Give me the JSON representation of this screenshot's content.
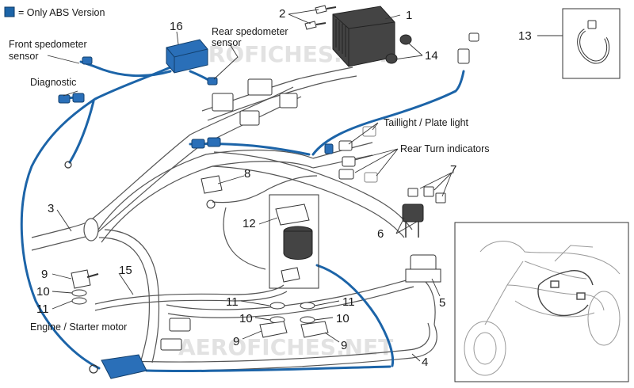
{
  "legend": {
    "text": "= Only ABS Version",
    "swatch_color": "#1c64a8"
  },
  "watermarks": [
    "AEROFICHES.NET",
    "AEROFICHES.NET"
  ],
  "labels": {
    "front_sensor": [
      "Front spedometer",
      "sensor"
    ],
    "rear_sensor": [
      "Rear spedometer",
      "sensor"
    ],
    "diagnostic": "Diagnostic",
    "taillight": "Taillight / Plate light",
    "rear_turn": "Rear Turn indicators",
    "engine_starter": "Engine / Starter motor"
  },
  "callouts": {
    "n1": "1",
    "n2": "2",
    "n3": "3",
    "n4": "4",
    "n5": "5",
    "n6": "6",
    "n7": "7",
    "n8": "8",
    "n9a": "9",
    "n9b": "9",
    "n9c": "9",
    "n10a": "10",
    "n10b": "10",
    "n10c": "10",
    "n11a": "11",
    "n11b": "11",
    "n11c": "11",
    "n12": "12",
    "n13": "13",
    "n14": "14",
    "n15": "15",
    "n16": "16"
  },
  "colors": {
    "abs_wire": "#1c64a8",
    "line": "#555555"
  }
}
